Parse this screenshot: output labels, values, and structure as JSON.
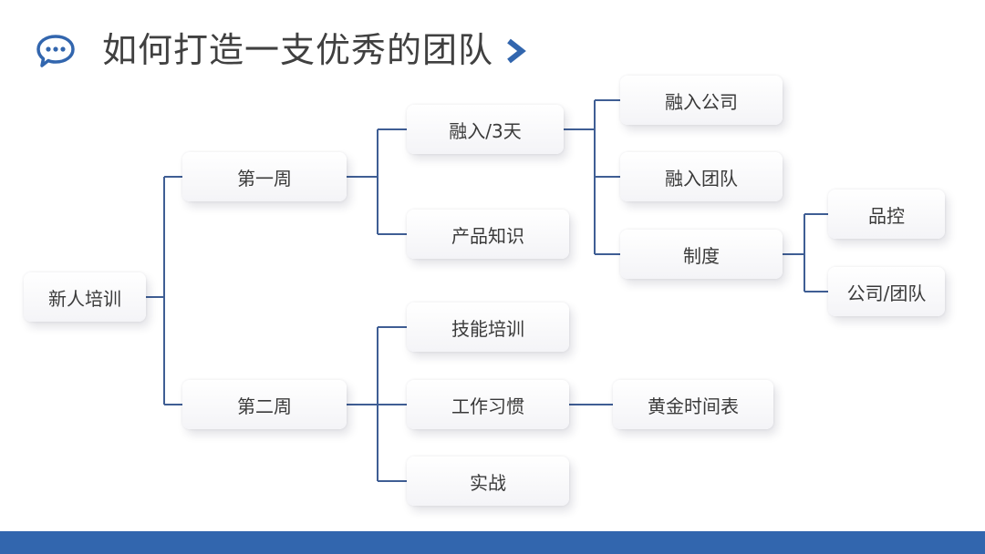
{
  "title": "如何打造一支优秀的团队",
  "colors": {
    "accent": "#3266ae",
    "line": "#3f5e94",
    "text": "#3a3a3a"
  },
  "icons": {
    "header": "chat-bubble-icon",
    "title_arrow": "chevron-right-icon"
  },
  "nodes": {
    "root": "新人培训",
    "week1": "第一周",
    "week2": "第二周",
    "integrate_3days": "融入/3天",
    "product_knowledge": "产品知识",
    "integrate_company": "融入公司",
    "integrate_team": "融入团队",
    "system": "制度",
    "quality_control": "品控",
    "company_team": "公司/团队",
    "skill_training": "技能培训",
    "work_habits": "工作习惯",
    "practice": "实战",
    "golden_schedule": "黄金时间表"
  }
}
